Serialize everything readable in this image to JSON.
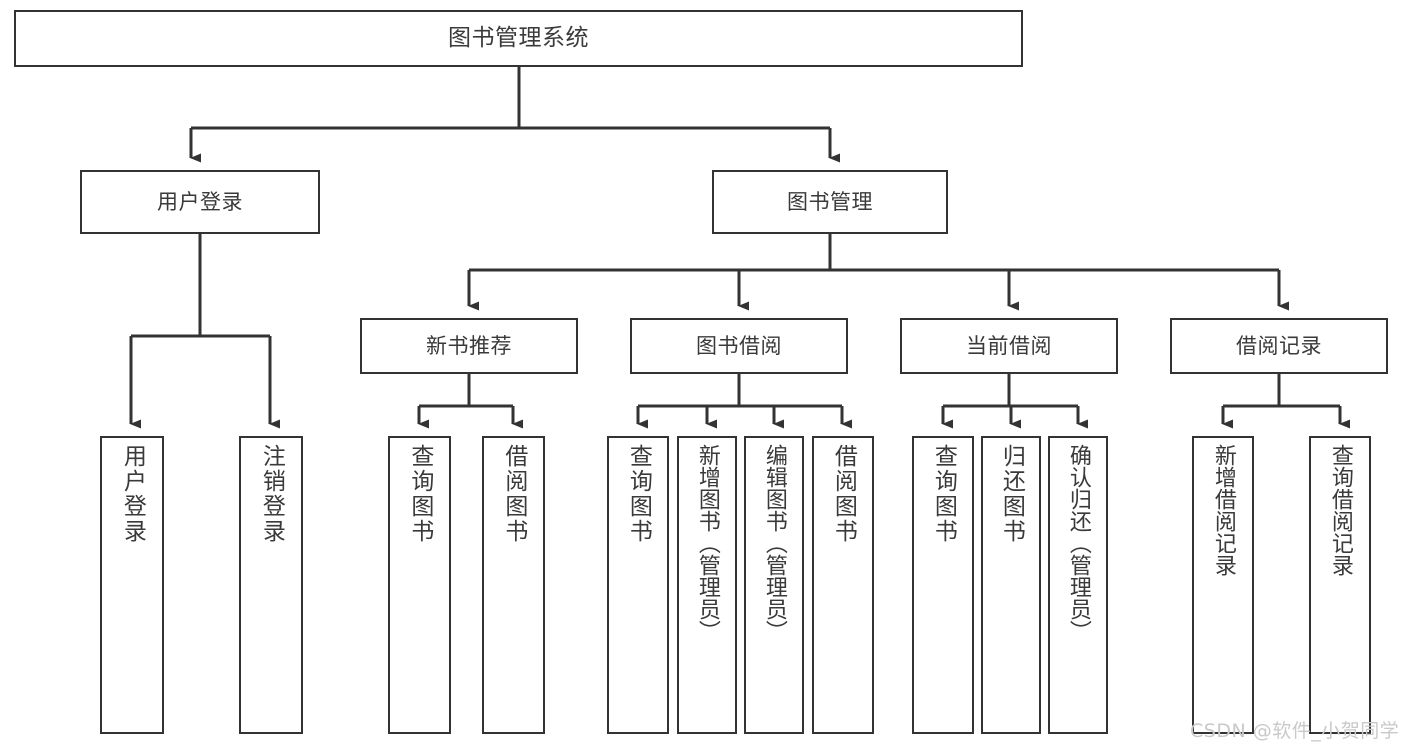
{
  "diagram": {
    "title": "图书管理系统",
    "type": "tree-hierarchy-functional-structure",
    "stroke_color": "#333333",
    "text_color": "#3a3a3a",
    "background_color": "#ffffff"
  },
  "root": {
    "label": "图书管理系统"
  },
  "level1": [
    {
      "id": "user-login",
      "label": "用户登录"
    },
    {
      "id": "book-management",
      "label": "图书管理"
    }
  ],
  "level2": [
    {
      "id": "new-book-recommend",
      "label": "新书推荐"
    },
    {
      "id": "book-borrow",
      "label": "图书借阅"
    },
    {
      "id": "current-borrow",
      "label": "当前借阅"
    },
    {
      "id": "borrow-record",
      "label": "借阅记录"
    }
  ],
  "leaves": {
    "user_login": [
      {
        "id": "leaf-user-login",
        "label": "用户登录"
      },
      {
        "id": "leaf-logout-login",
        "label": "注销登录"
      }
    ],
    "new_book_recommend": [
      {
        "id": "leaf-query-book-1",
        "label": "查询图书"
      },
      {
        "id": "leaf-borrow-book-1",
        "label": "借阅图书"
      }
    ],
    "book_borrow": [
      {
        "id": "leaf-query-book-2",
        "label": "查询图书"
      },
      {
        "id": "leaf-add-book",
        "label": "新增图书（管理员）"
      },
      {
        "id": "leaf-edit-book",
        "label": "编辑图书（管理员）"
      },
      {
        "id": "leaf-borrow-book-2",
        "label": "借阅图书"
      }
    ],
    "current_borrow": [
      {
        "id": "leaf-query-book-3",
        "label": "查询图书"
      },
      {
        "id": "leaf-return-book",
        "label": "归还图书"
      },
      {
        "id": "leaf-confirm-return",
        "label": "确认归还（管理员）"
      }
    ],
    "borrow_record": [
      {
        "id": "leaf-add-borrow-record",
        "label": "新增借阅记录"
      },
      {
        "id": "leaf-query-borrow-record",
        "label": "查询借阅记录"
      }
    ]
  },
  "watermark": {
    "text": "CSDN @软件_小贺同学"
  }
}
